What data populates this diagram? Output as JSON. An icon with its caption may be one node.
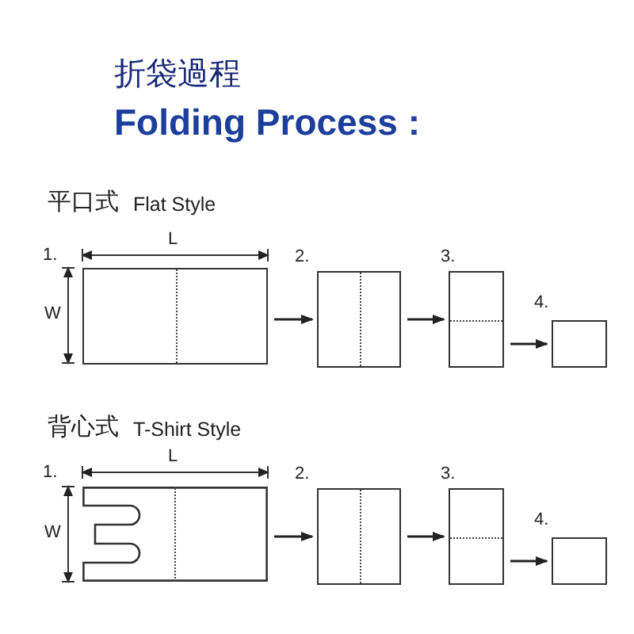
{
  "diagram": {
    "title": "折袋過程",
    "nodes": [
      {
        "text": [],
        "shape": "box",
        "beside": [
          "1."
        ]
      },
      {
        "text": [],
        "shape": "box",
        "beside": [
          "2."
        ]
      },
      {
        "text": [],
        "shape": "box",
        "beside": [
          "3."
        ]
      },
      {
        "text": [],
        "shape": "box",
        "beside": [
          "4."
        ]
      },
      {
        "text": [],
        "shape": "bag",
        "beside": [
          "1."
        ]
      },
      {
        "text": [],
        "shape": "box",
        "beside": [
          "2."
        ]
      },
      {
        "text": [],
        "shape": "box",
        "beside": [
          "3."
        ]
      },
      {
        "text": [],
        "shape": "box",
        "beside": [
          "4."
        ]
      }
    ],
    "edges": [
      {
        "from": 0,
        "to": 1,
        "arrow": "to"
      },
      {
        "from": 1,
        "to": 2,
        "arrow": "to"
      },
      {
        "from": 2,
        "to": 3,
        "arrow": "to"
      },
      {
        "from": 4,
        "to": 5,
        "arrow": "to"
      },
      {
        "from": 5,
        "to": 6,
        "arrow": "to"
      },
      {
        "from": 6,
        "to": 7,
        "arrow": "to"
      }
    ],
    "labels": [
      "Folding Process :",
      "平口式",
      "Flat Style",
      "L",
      "W",
      "背心式",
      "T-Shirt Style",
      "L",
      "W"
    ]
  }
}
